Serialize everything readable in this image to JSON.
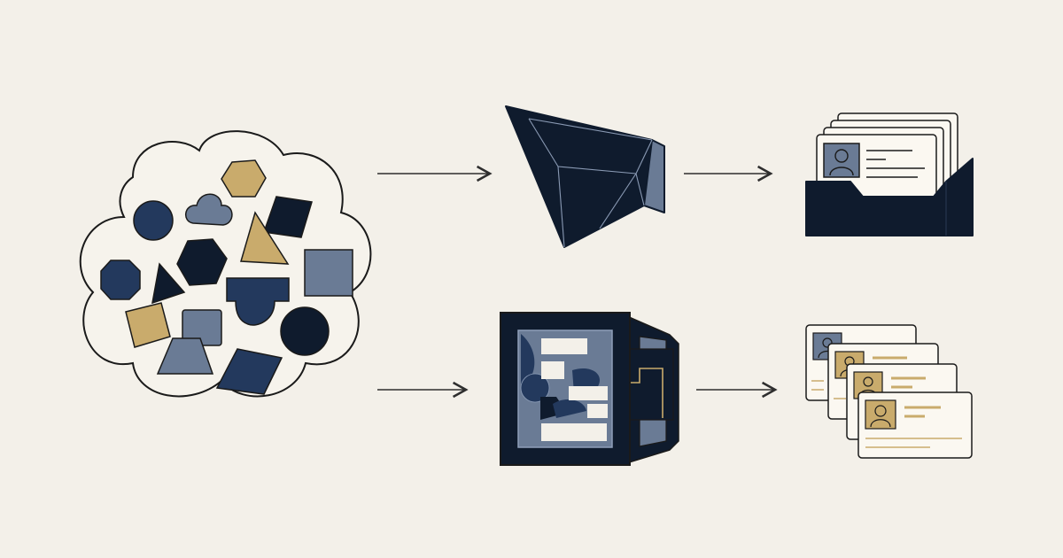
{
  "diagram": {
    "kind": "pipeline-illustration",
    "palette": {
      "background": "#f3f0e9",
      "ink": "#0f1b2d",
      "navy": "#23395d",
      "slate": "#6a7b95",
      "gold": "#c9ab6c",
      "paper": "#fbf8f1",
      "line": "#3a3a3a"
    },
    "stages": [
      {
        "id": "input",
        "icon": "mixed-shapes-cloud-icon"
      },
      {
        "id": "process-top",
        "icon": "faceted-crystal-icon"
      },
      {
        "id": "output-top",
        "icon": "card-file-box-icon"
      },
      {
        "id": "process-bottom",
        "icon": "sorting-machine-icon"
      },
      {
        "id": "output-bottom",
        "icon": "profile-card-stack-icon"
      }
    ],
    "flows": [
      {
        "from": "input",
        "to": "process-top"
      },
      {
        "from": "process-top",
        "to": "output-top"
      },
      {
        "from": "input",
        "to": "process-bottom"
      },
      {
        "from": "process-bottom",
        "to": "output-bottom"
      }
    ]
  }
}
